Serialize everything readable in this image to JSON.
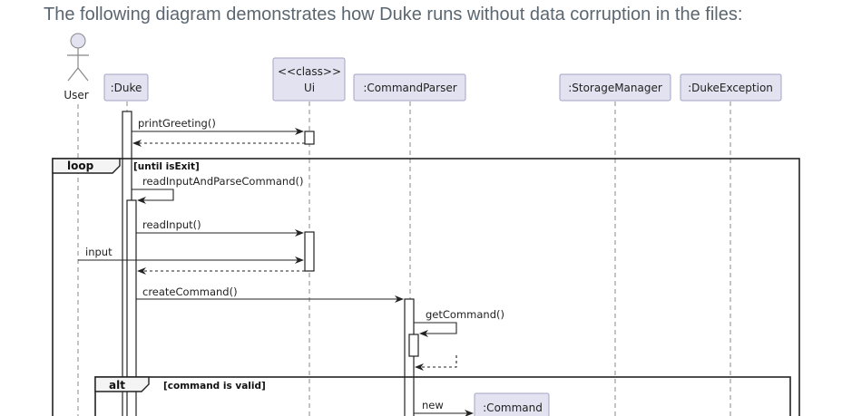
{
  "intro": "The following diagram demonstrates how Duke runs without data corruption in the files:",
  "participants": {
    "user": "User",
    "duke": ":Duke",
    "ui_stereo": "<<class>>",
    "ui": "Ui",
    "parser": ":CommandParser",
    "storage": ":StorageManager",
    "exception": ":DukeException",
    "command": ":Command"
  },
  "messages": {
    "m1": "printGreeting()",
    "m2": "readInputAndParseCommand()",
    "m3": "readInput()",
    "m4": "input",
    "m5": "createCommand()",
    "m6": "getCommand()",
    "m7": "new"
  },
  "frames": {
    "loop_tag": "loop",
    "loop_guard": "[until isExit]",
    "alt_tag": "alt",
    "alt_guard": "[command is valid]"
  }
}
